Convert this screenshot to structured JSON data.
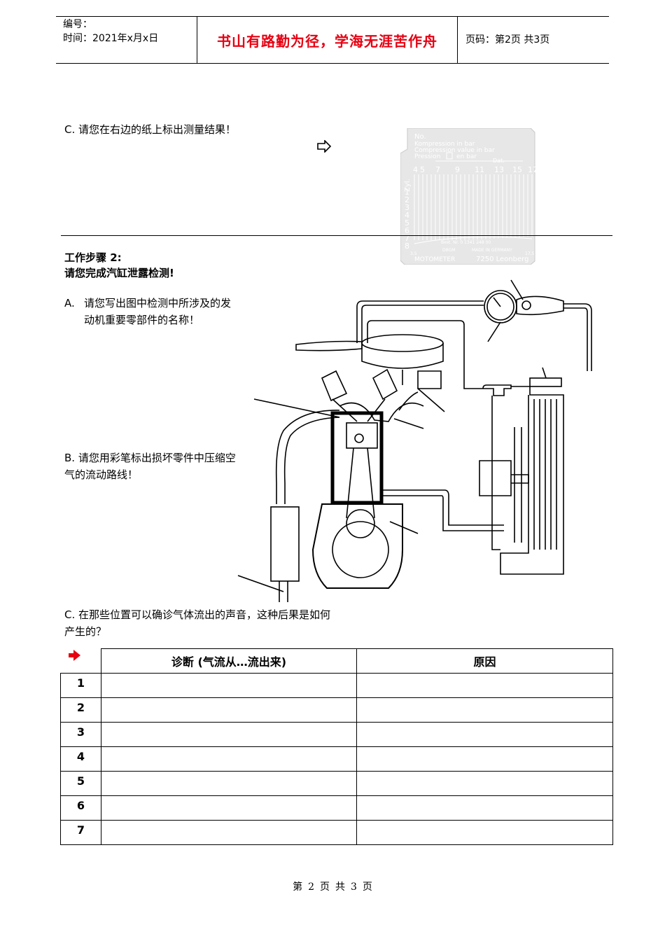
{
  "header": {
    "number_label": "编号：",
    "time_label": "时间：2021年x月x日",
    "slogan": "书山有路勤为径，学海无涯苦作舟",
    "page_label": "页码：第2页 共3页"
  },
  "section_c1": {
    "text": "C. 请您在右边的纸上标出测量结果！"
  },
  "chart_card": {
    "no": "No.",
    "line1": "Kompression in bar",
    "line2": "Compression value in bar",
    "line3_a": "Pression",
    "line3_b": "en bar",
    "dat": "Dat.",
    "top_ticks": [
      "4",
      "5",
      "7",
      "9",
      "11",
      "13",
      "15",
      "17"
    ],
    "zyl": "Zyl.",
    "left_ticks": [
      "1",
      "2",
      "3",
      "4",
      "5",
      "6",
      "7",
      "8"
    ],
    "best": "Best. Nr. 0 1341 248 00",
    "dbgm": "DBGM",
    "made": "MADE IN GERMANY",
    "left_end": "3,5",
    "right_end": "17,5",
    "brand": "MOTOMETER",
    "city": "7250 Leonberg"
  },
  "step2": {
    "title": "工作步骤 2:",
    "subtitle": "请您完成汽缸泄露检测!",
    "a_label": "A.",
    "a_text": "请您写出图中检测中所涉及的发动机重要零部件的名称！",
    "b_text": "B. 请您用彩笔标出损坏零件中压缩空气的流动路线！",
    "c_text": "C. 在那些位置可以确诊气体流出的声音，这种后果是如何产生的？"
  },
  "table": {
    "col_diagnosis": "诊断 (气流从…流出来)",
    "col_reason": "原因",
    "rows": [
      "1",
      "2",
      "3",
      "4",
      "5",
      "6",
      "7"
    ]
  },
  "footer": {
    "a": "第",
    "page": "2",
    "b": "页",
    "c": "共",
    "total": "3",
    "d": "页"
  },
  "colors": {
    "slogan": "#e60012",
    "arrow": "#e60012",
    "card_bg": "#e7e7e7"
  }
}
